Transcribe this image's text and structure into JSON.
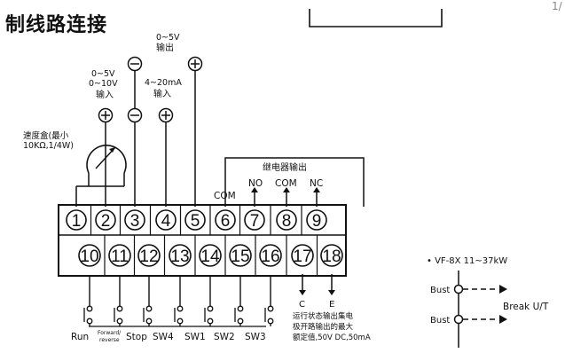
{
  "title": "制线路连接",
  "corner_mark": "1/",
  "voltage_input": {
    "line1": "0~5V",
    "line2": "0~10V",
    "line3": "输入"
  },
  "current_input": {
    "line1": "4~20mA",
    "line2": "输入"
  },
  "voltage_output": {
    "line1": "0~5V",
    "line2": "输出"
  },
  "potentiometer": {
    "line1": "速度盒(最小",
    "line2": "10KΩ,1/4W)"
  },
  "relay": {
    "title": "继电器输出",
    "no": "NO",
    "com": "COM",
    "nc": "NC"
  },
  "com_label": "COM",
  "terminals_top": [
    "1",
    "2",
    "3",
    "4",
    "5",
    "6",
    "7",
    "8",
    "9"
  ],
  "terminals_bottom": [
    "10",
    "11",
    "12",
    "13",
    "14",
    "15",
    "16",
    "17",
    "18"
  ],
  "switches": {
    "run": "Run",
    "forward": "Forward/",
    "reverse": "reverse",
    "stop": "Stop",
    "sw4": "SW4",
    "sw1": "SW1",
    "sw2": "SW2",
    "sw3": "SW3"
  },
  "collector": {
    "c": "C",
    "e": "E"
  },
  "collector_note": {
    "line1": "运行状态输出集电",
    "line2": "极开路输出的最大",
    "line3": "额定值,50V DC,50mA"
  },
  "model": "• VF-8X 11~37kW",
  "bust1": "Bust",
  "bust2": "Bust",
  "break": "Break U/T"
}
